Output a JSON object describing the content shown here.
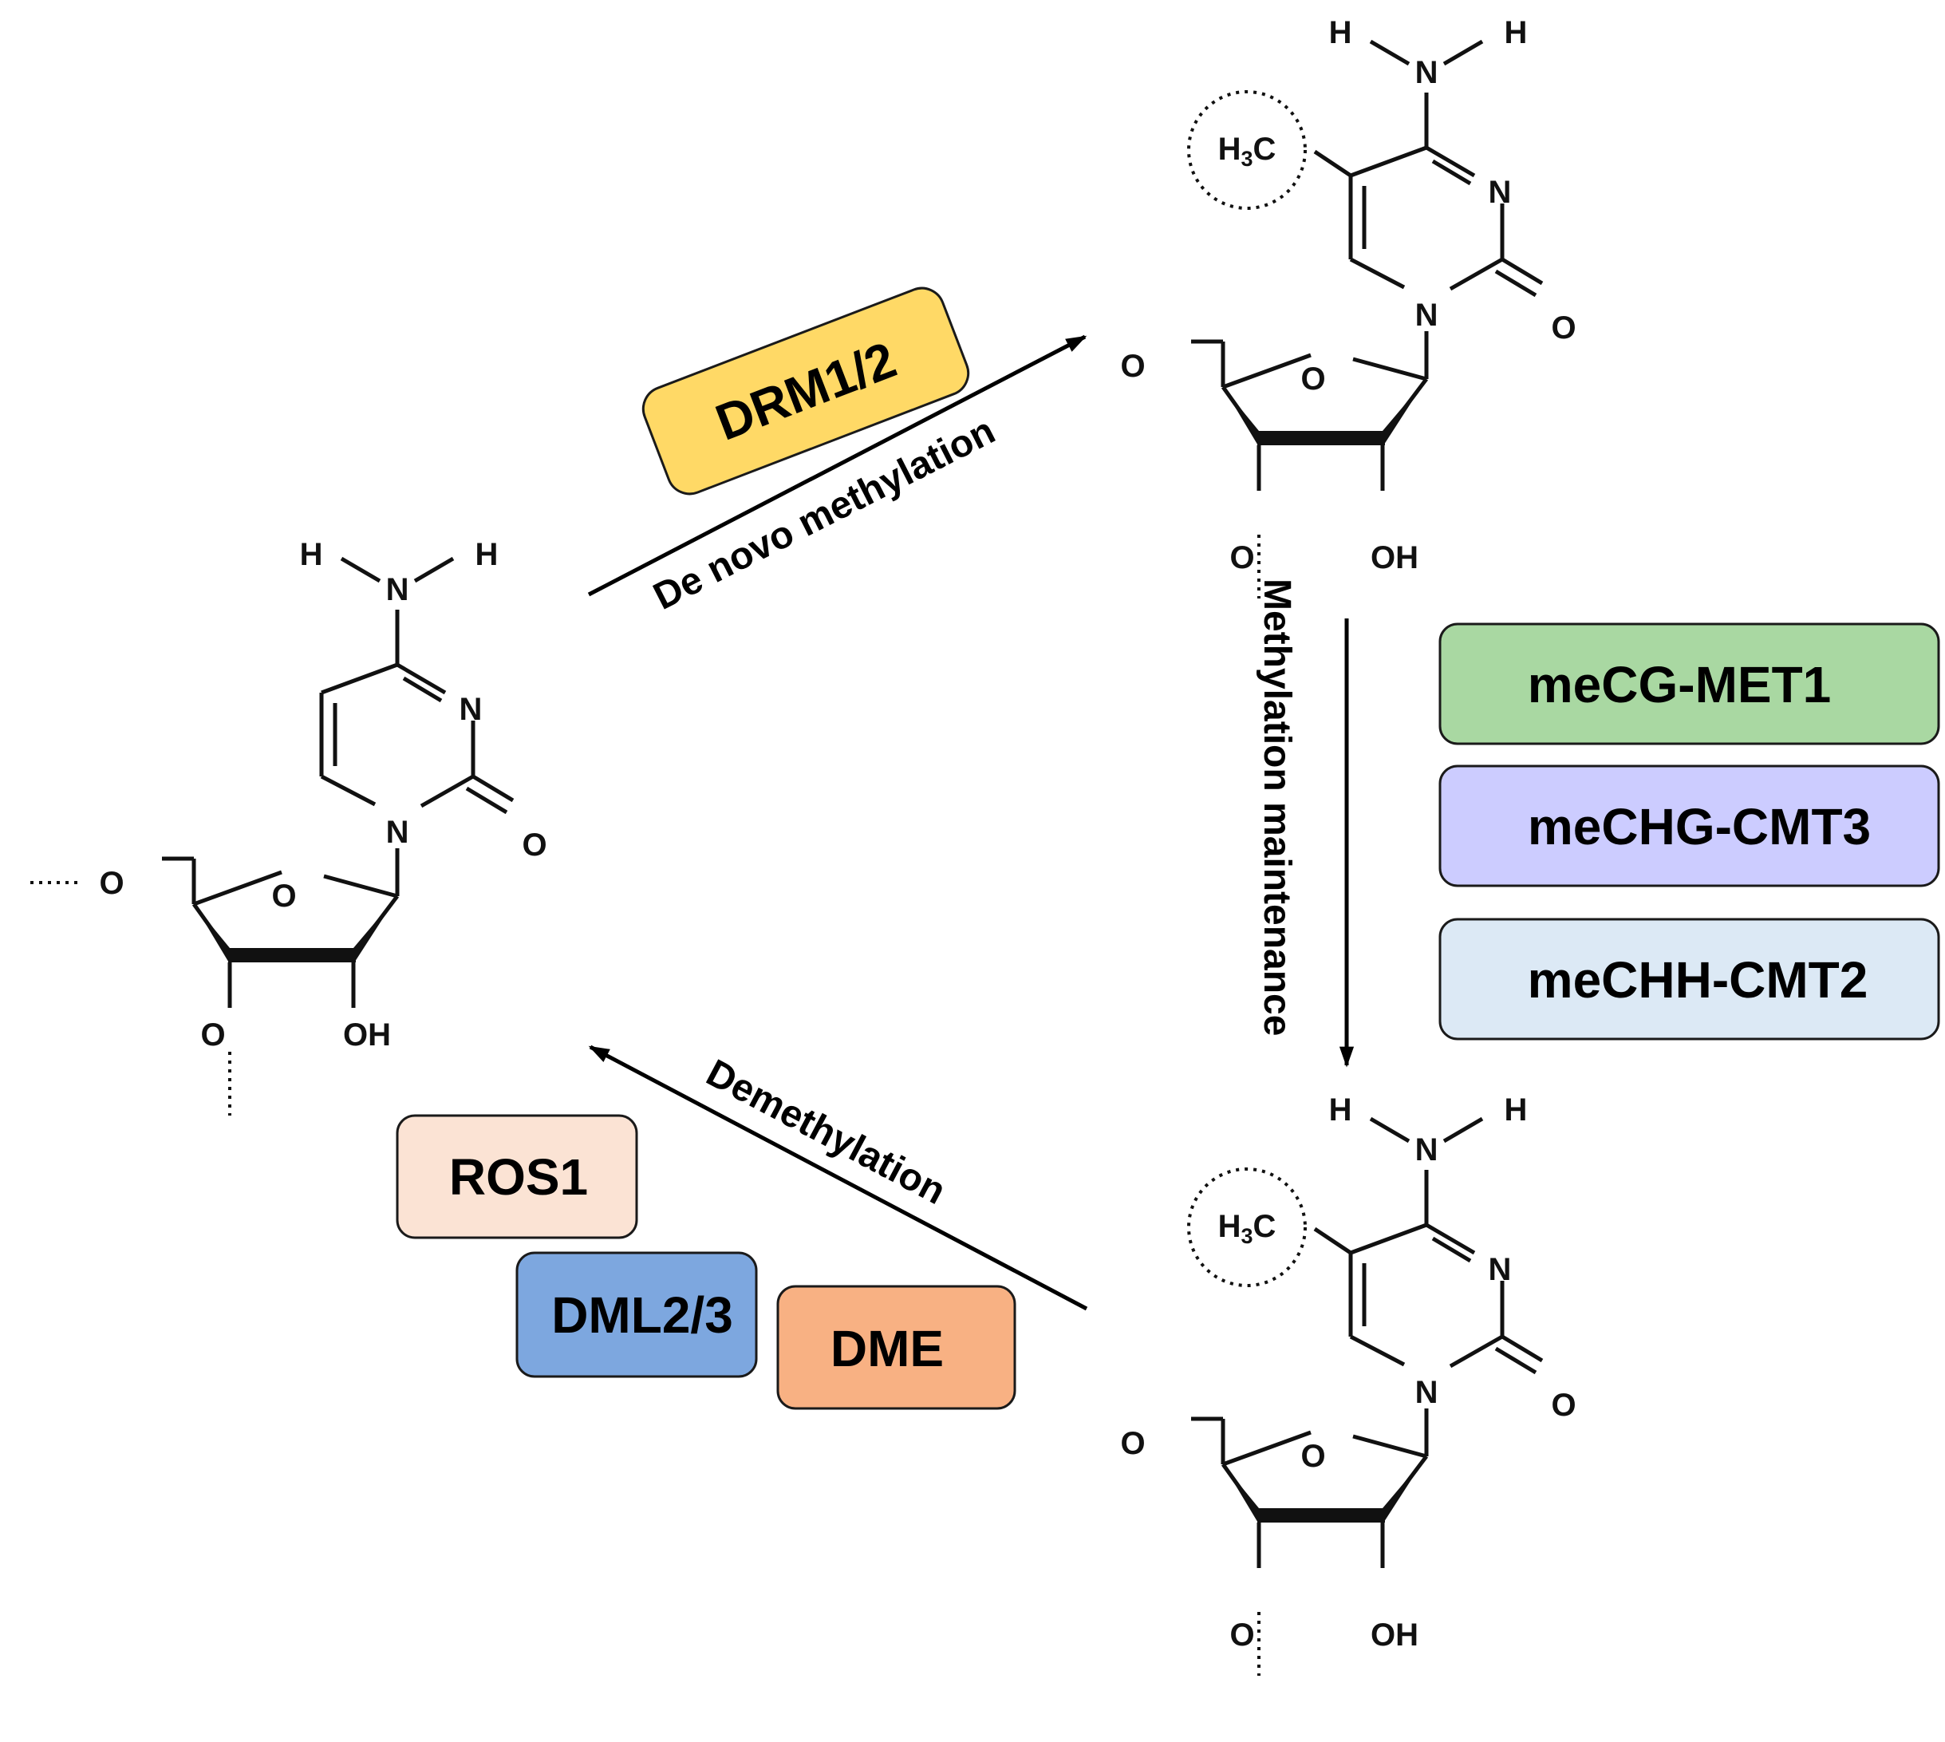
{
  "processes": {
    "de_novo": "De novo methylation",
    "maintenance": "Methylation maintenance",
    "demethylation": "Demethylation"
  },
  "enzymes": {
    "drm": "DRM1/2",
    "met1": "meCG-MET1",
    "cmt3": "meCHG-CMT3",
    "cmt2": "meCHH-CMT2",
    "ros1": "ROS1",
    "dml": "DML2/3",
    "dme": "DME"
  },
  "atoms": {
    "H": "H",
    "N": "N",
    "O": "O",
    "OH": "OH",
    "methyl_H": "H",
    "methyl_sub": "3",
    "methyl_C": "C"
  },
  "colors": {
    "drm": "#FFD966",
    "met1": "#A9D8A2",
    "cmt3": "#CCCCFF",
    "cmt2": "#DCE9F5",
    "ros1": "#FBE3D4",
    "dml": "#7DA7DF",
    "dme": "#F8B183"
  }
}
